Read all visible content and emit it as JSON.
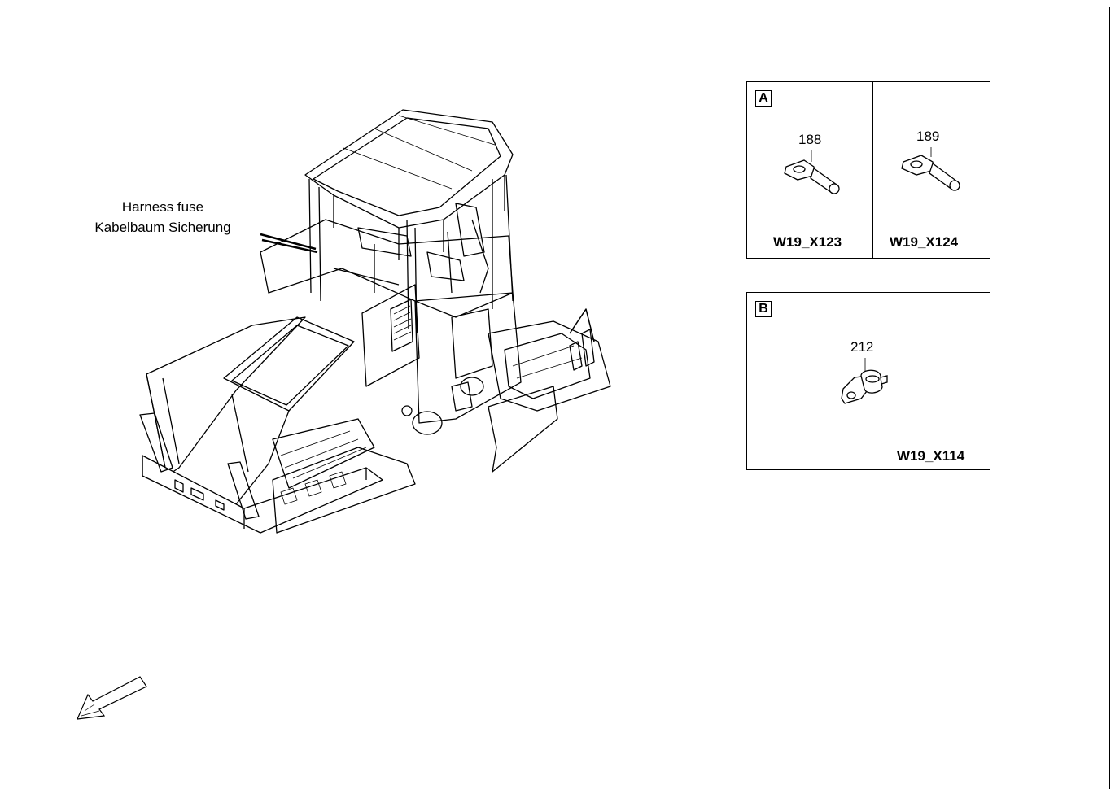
{
  "callout": {
    "line1": "Harness fuse",
    "line2": "Kabelbaum Sicherung"
  },
  "panel_a": {
    "letter": "A",
    "left": {
      "part_number": "188",
      "code": "W19_X123"
    },
    "right": {
      "part_number": "189",
      "code": "W19_X124"
    }
  },
  "panel_b": {
    "letter": "B",
    "part_number": "212",
    "code": "W19_X114"
  },
  "icons": {
    "machine": "asphalt-paver-illustration-icon",
    "terminal": "ring-terminal-icon",
    "clamp": "cable-clamp-icon",
    "direction": "direction-arrow-icon"
  }
}
